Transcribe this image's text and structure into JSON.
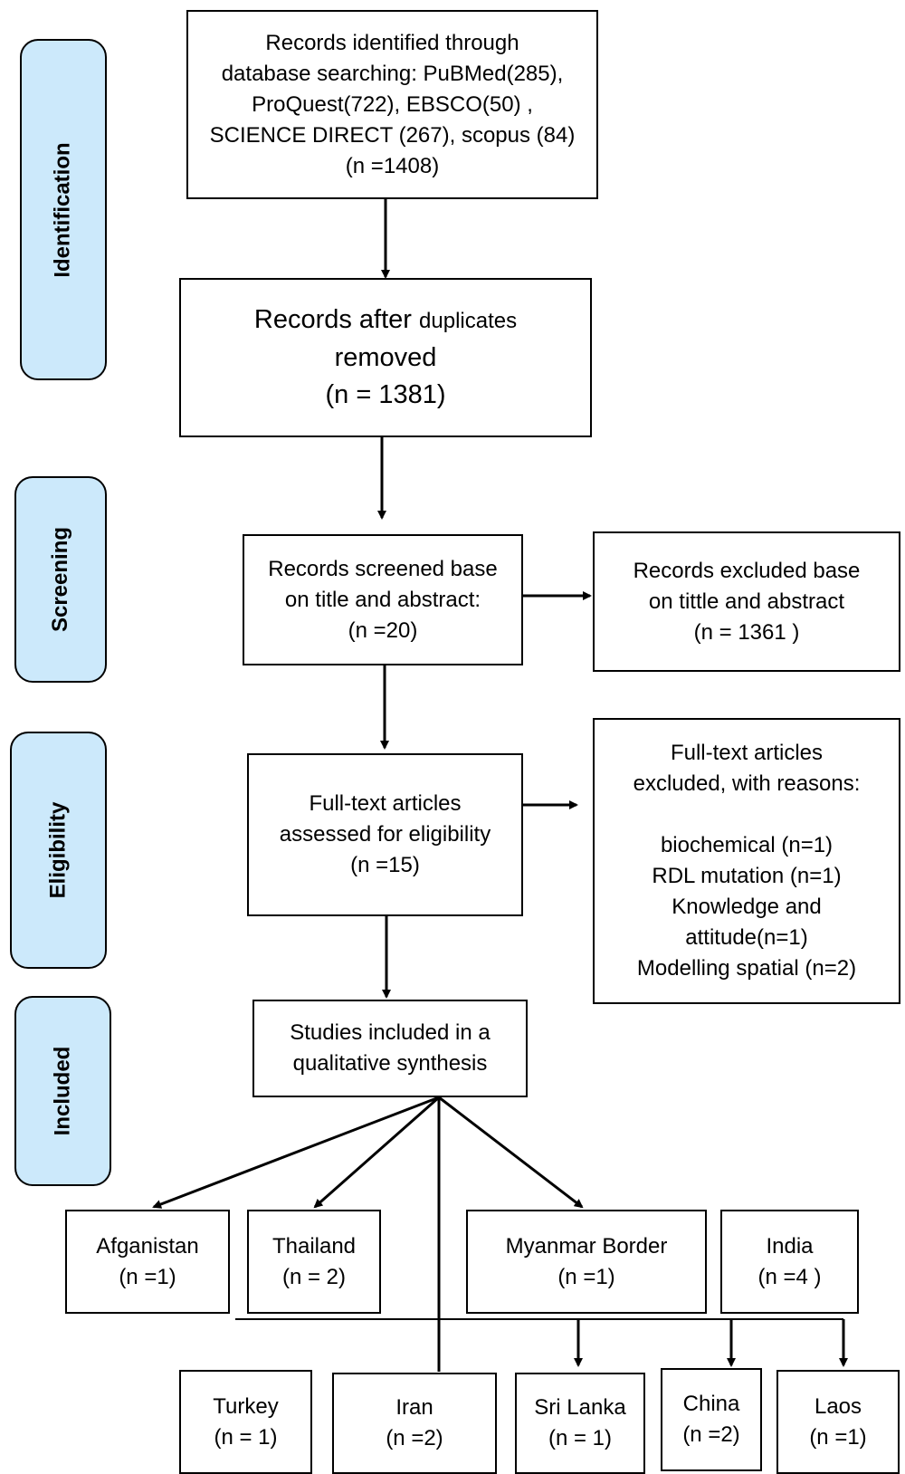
{
  "stages": {
    "identification": "Identification",
    "screening": "Screening",
    "eligibility": "Eligibility",
    "included": "Included"
  },
  "identified": {
    "line1": "Records identified through",
    "line2": "database searching: PuBMed(285),",
    "line3": "ProQuest(722), EBSCO(50) ,",
    "line4": "SCIENCE DIRECT (267), scopus (84)",
    "line5": "(n =1408)"
  },
  "deduplicated": {
    "line1a": "Records after",
    "line1b": "duplicates",
    "line2": "removed",
    "line3": "(n = 1381)"
  },
  "screened": {
    "line1": "Records screened base",
    "line2": "on title and abstract:",
    "line3": "(n =20)"
  },
  "screen_excluded": {
    "line1": "Records excluded base",
    "line2": "on tittle and abstract",
    "line3": "(n = 1361 )"
  },
  "fulltext": {
    "line1": "Full-text articles",
    "line2": "assessed for eligibility",
    "line3": "(n =15)"
  },
  "fulltext_excluded": {
    "line1": "Full-text articles",
    "line2": "excluded, with reasons:",
    "reasons": [
      "biochemical (n=1)",
      "RDL mutation (n=1)",
      "Knowledge and",
      "attitude(n=1)",
      "Modelling spatial (n=2)"
    ]
  },
  "included": {
    "line1": "Studies included in a",
    "line2": "qualitative synthesis"
  },
  "countries": [
    {
      "name": "Afganistan",
      "count": "(n =1)"
    },
    {
      "name": "Thailand",
      "count": "(n = 2)"
    },
    {
      "name": "Myanmar Border",
      "count": "(n =1)"
    },
    {
      "name": "India",
      "count": "(n =4 )"
    },
    {
      "name": "Turkey",
      "count": "(n = 1)"
    },
    {
      "name": "Iran",
      "count": "(n =2)"
    },
    {
      "name": "Sri Lanka",
      "count": "(n = 1)"
    },
    {
      "name": "China",
      "count": "(n =2)"
    },
    {
      "name": "Laos",
      "count": "(n =1)"
    }
  ]
}
